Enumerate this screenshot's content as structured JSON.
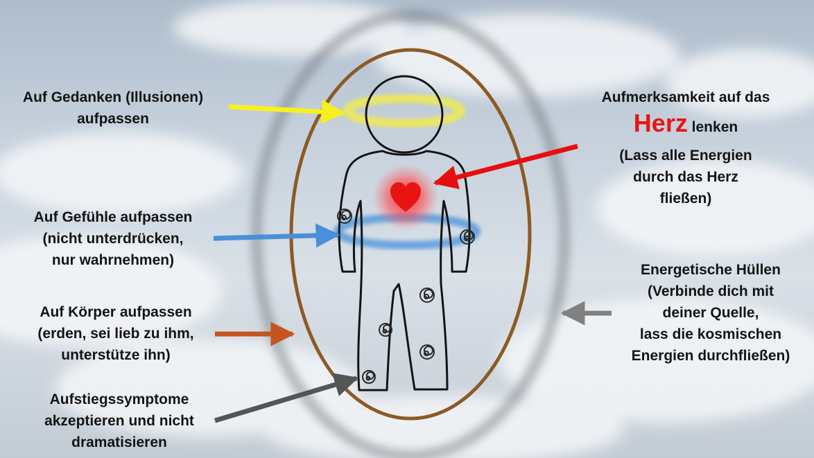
{
  "labels": {
    "thoughts": [
      "Auf Gedanken (Illusionen)",
      "aufpassen"
    ],
    "feelings": [
      "Auf Gefühle aufpassen",
      "(nicht unterdrücken,",
      "nur wahrnehmen)"
    ],
    "body": [
      "Auf Körper aufpassen",
      "(erden, sei lieb zu ihm,",
      "unterstütze ihn)"
    ],
    "ascension": [
      "Aufstiegssymptome",
      "akzeptieren und nicht",
      "dramatisieren"
    ],
    "heart_intro": "Aufmerksamkeit auf das",
    "heart_word": "Herz",
    "heart_rest": "lenken",
    "heart_detail": [
      "(Lass alle Energien",
      "durch das Herz",
      "fließen)"
    ],
    "shells": [
      "Energetische Hüllen",
      "(Verbinde dich mit",
      "deiner Quelle,",
      "lass die kosmischen",
      "Energien durchfließen)"
    ]
  },
  "colors": {
    "thoughts_arrow": "#f5f01e",
    "feelings_arrow": "#4a8fd9",
    "body_arrow": "#c5541f",
    "ascension_arrow": "#555555",
    "heart_arrow": "#e60f0f",
    "shells_arrow": "#808080",
    "heart": "#e81414",
    "aura_ring": "#8c5a24"
  }
}
